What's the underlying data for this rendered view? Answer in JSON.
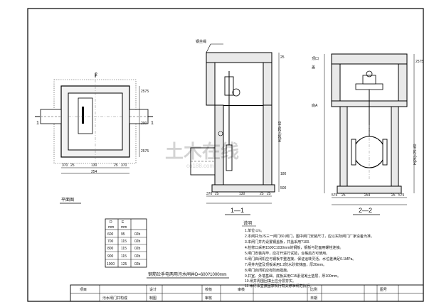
{
  "plan_view": {
    "title": "平面图",
    "dims": [
      "370",
      "25",
      "130",
      "25",
      "370",
      "254"
    ],
    "side_dims": [
      "2575",
      "200",
      "2575"
    ]
  },
  "section_1": {
    "title": "1—1",
    "label_callout": "钢丝绳",
    "dims": [
      "370",
      "25",
      "130",
      "25",
      "25",
      "370"
    ],
    "side_dims": [
      "25",
      "H(26)+25+60",
      "180",
      "500"
    ]
  },
  "section_2": {
    "title": "2—2",
    "dims": [
      "575",
      "25",
      "254",
      "25",
      "575"
    ],
    "side_dims": [
      "2575",
      "H(26)+25+60"
    ],
    "left_labels": [
      "顶口",
      "盖",
      "底A"
    ]
  },
  "table": {
    "headers": [
      "D",
      "E"
    ],
    "units": [
      "mm",
      "mm"
    ],
    "rows": [
      [
        "600",
        "95",
        "02b"
      ],
      [
        "700",
        "115",
        "02b"
      ],
      [
        "800",
        "115",
        "02b"
      ],
      [
        "900",
        "115",
        "02b"
      ],
      [
        "1000",
        "125",
        "02b"
      ]
    ]
  },
  "caption": "钢筋砼手电两用污水闸井D=600?1000mm",
  "notes": {
    "title": "说明",
    "items": [
      "1.单位:cm。",
      "2.本闸井为JS三一闸门60.阀门，图中闸门安装尺寸，应以实际闸门厂家设备为准。",
      "3.本闸门井内设置钢盖板，井盖采用?100.",
      "4.检修口采用1500C1030mm的钢板，钢板与砼面用螺栓连接。",
      "5.闸门安装完毕，应打开进行试验，合格后方可使用。",
      "6.闸门启闭机应与钢板平整连接，保证运转灵活，水位差满足0.1MPa。",
      "7.闸井内壁及顶板采用1:2防水砂浆抹面，厚20mm。",
      "8.闸门启闭机应有防雨措施。",
      "9.井室、外墙基础、底板采用C15素混凝土垫层，厚100mm。",
      "10.闸井周围回填土应分层夯实。",
      "11.未尽事宜按国家现行有关标准规范执行。"
    ]
  },
  "title_block": {
    "row1": [
      "项目",
      "",
      "设计",
      "校核",
      "审核",
      "",
      "比例",
      "",
      "图号"
    ],
    "row2": [
      "污水闸门井构成",
      "",
      "制图",
      "审核",
      "",
      "",
      "日期",
      "",
      ""
    ]
  },
  "watermark": "土木在线",
  "watermark_sub": "co188.com"
}
